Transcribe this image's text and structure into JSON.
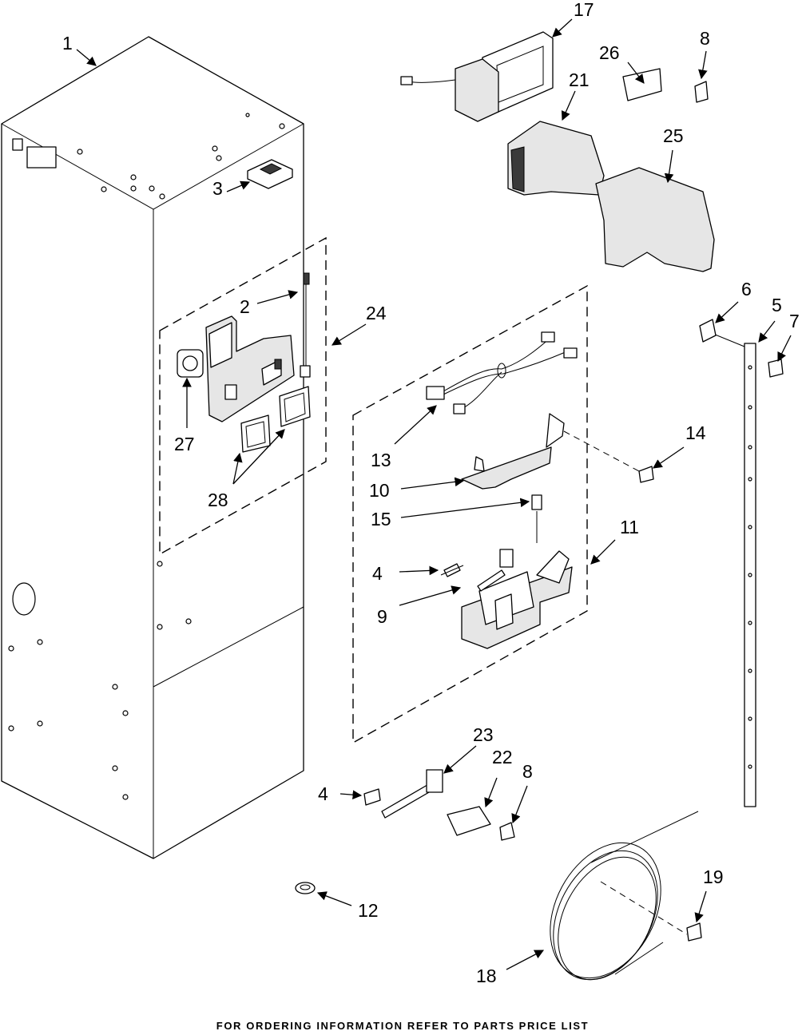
{
  "callouts": {
    "c1": "1",
    "c2": "2",
    "c3": "3",
    "c4a": "4",
    "c4b": "4",
    "c5": "5",
    "c6": "6",
    "c7": "7",
    "c8a": "8",
    "c8b": "8",
    "c9": "9",
    "c10": "10",
    "c11": "11",
    "c12": "12",
    "c13": "13",
    "c14": "14",
    "c15": "15",
    "c17": "17",
    "c18": "18",
    "c19": "19",
    "c21": "21",
    "c22": "22",
    "c23": "23",
    "c24": "24",
    "c25": "25",
    "c26": "26",
    "c27": "27",
    "c28": "28"
  },
  "footer": "FOR ORDERING INFORMATION REFER TO PARTS PRICE LIST"
}
